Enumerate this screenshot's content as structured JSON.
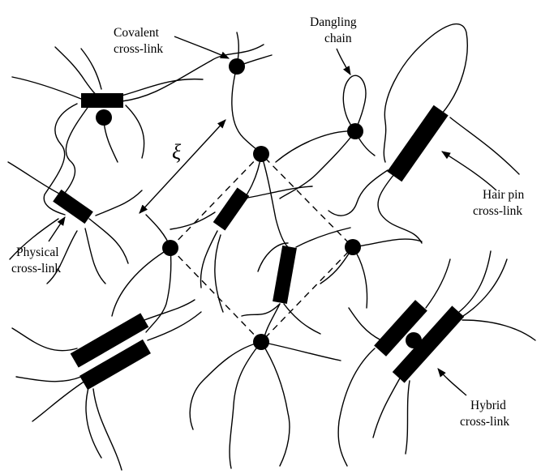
{
  "diagram": {
    "labels": {
      "covalent_line1": "Covalent",
      "covalent_line2": "cross-link",
      "dangling_line1": "Dangling",
      "dangling_line2": "chain",
      "hairpin_line1": "Hair pin",
      "hairpin_line2": "cross-link",
      "physical_line1": "Physical",
      "physical_line2": "cross-link",
      "hybrid_line1": "Hybrid",
      "hybrid_line2": "cross-link",
      "mesh_size_symbol": "ξ"
    },
    "colors": {
      "ink": "#000000",
      "background": "#ffffff"
    }
  }
}
